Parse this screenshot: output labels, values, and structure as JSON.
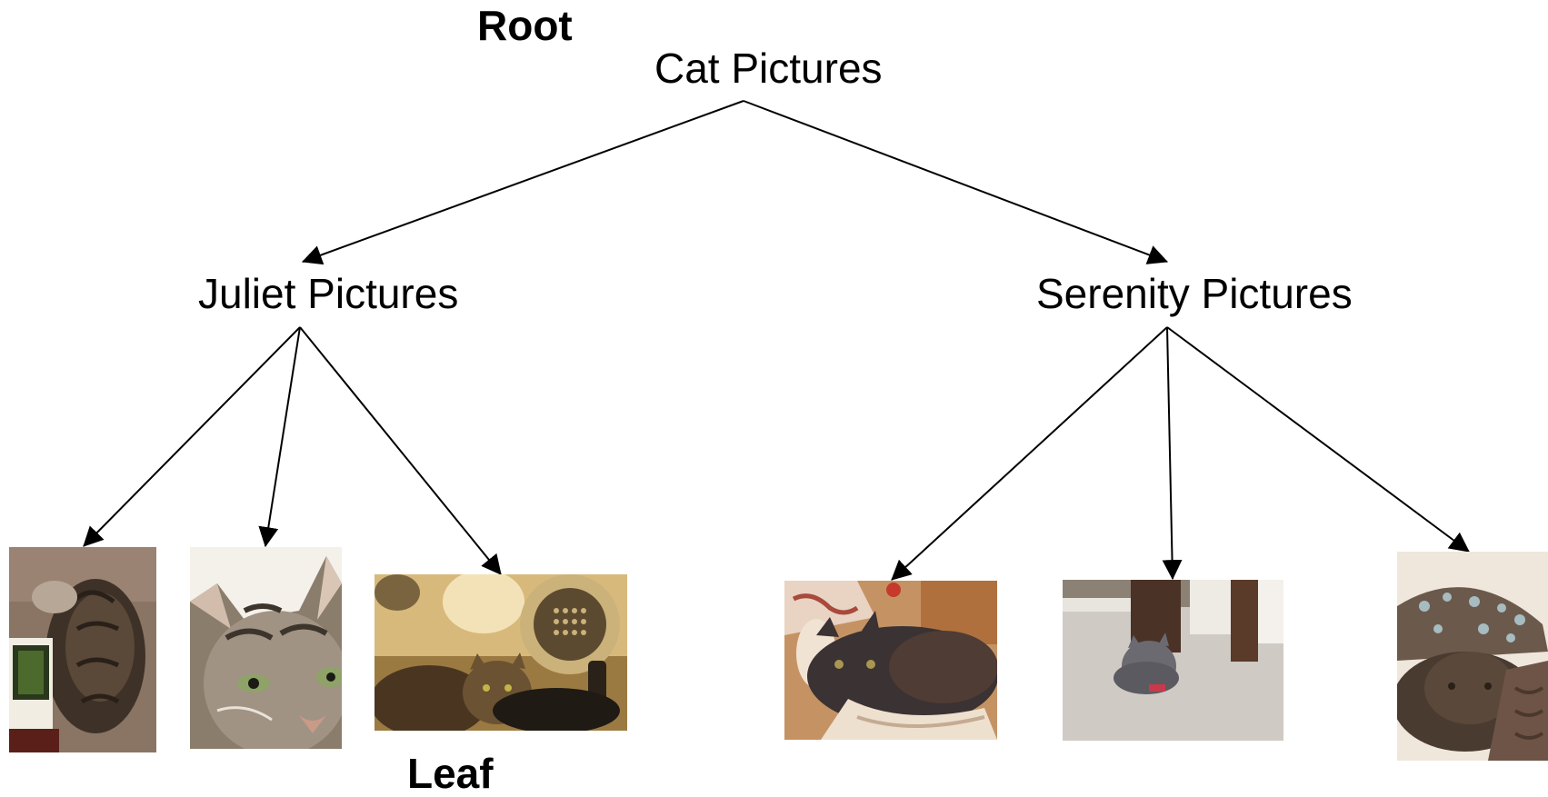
{
  "annotations": {
    "root_label": "Root",
    "leaf_label": "Leaf"
  },
  "tree": {
    "root": {
      "label": "Cat Pictures",
      "children": [
        {
          "label": "Juliet Pictures",
          "photos": [
            "juliet-cat-curled-on-book-photo",
            "juliet-cat-face-closeup-photo",
            "juliet-cat-in-dryer-photo"
          ]
        },
        {
          "label": "Serenity Pictures",
          "photos": [
            "serenity-cat-in-chair-photo",
            "serenity-cat-on-carpet-photo",
            "serenity-cat-with-knit-hat-photo"
          ]
        }
      ]
    }
  },
  "colors": {
    "line": "#000000",
    "background": "#ffffff"
  }
}
